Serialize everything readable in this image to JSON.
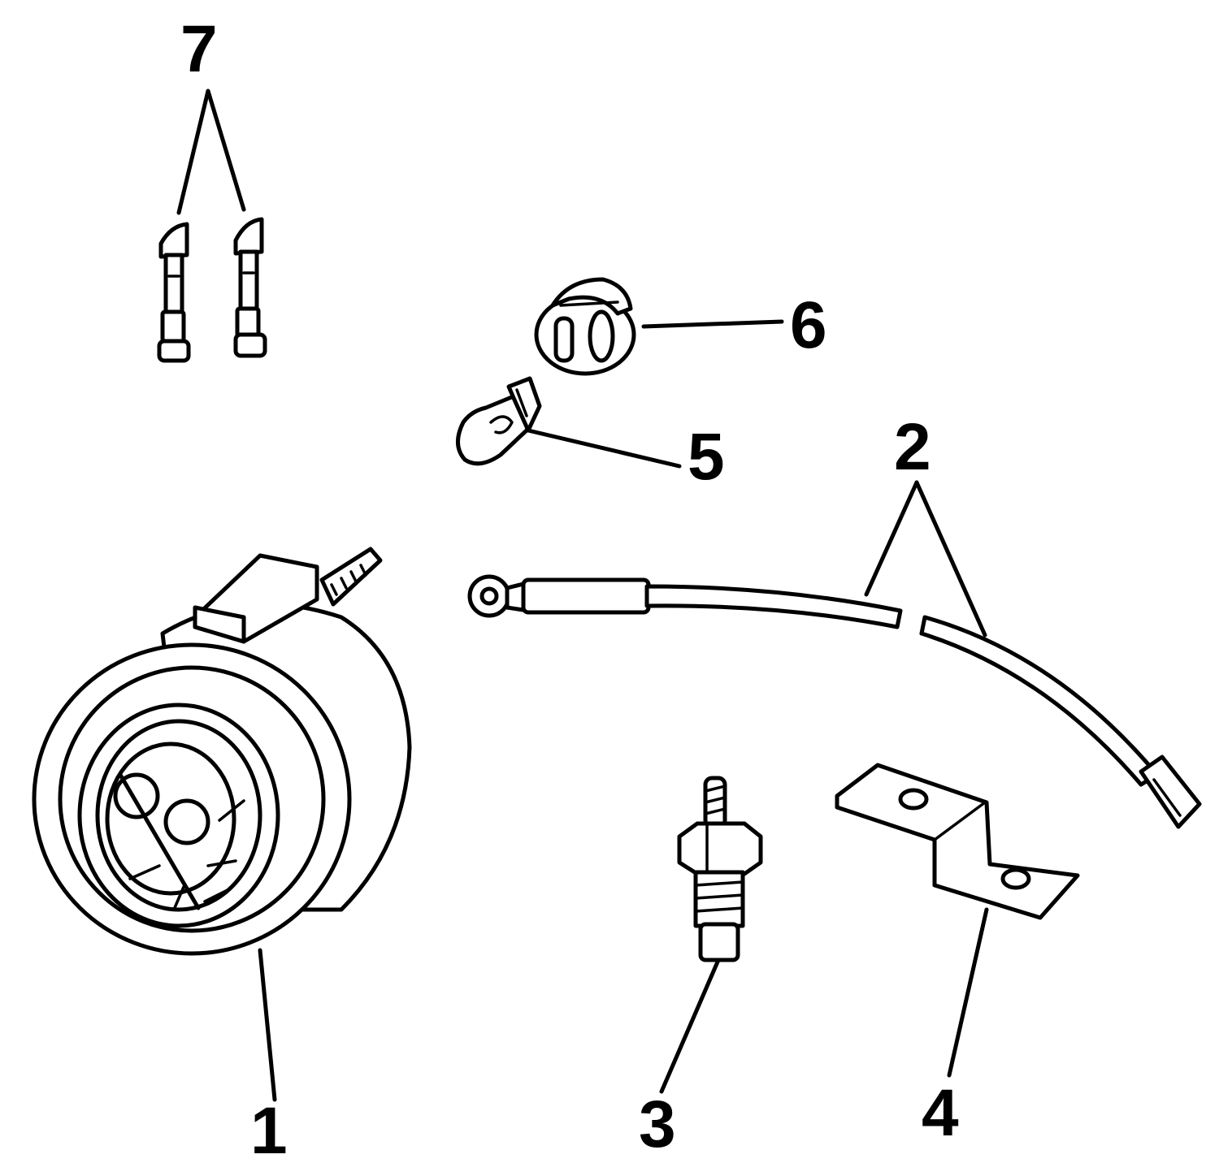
{
  "callouts": {
    "c1": "1",
    "c2": "2",
    "c3": "3",
    "c4": "4",
    "c5": "5",
    "c6": "6",
    "c7": "7"
  },
  "parts": [
    {
      "callout": "1",
      "icon": "gauge-icon"
    },
    {
      "callout": "2",
      "icon": "wire-lead-icon"
    },
    {
      "callout": "3",
      "icon": "sender-icon"
    },
    {
      "callout": "4",
      "icon": "bracket-icon"
    },
    {
      "callout": "5",
      "icon": "bulb-icon"
    },
    {
      "callout": "6",
      "icon": "bulb-socket-icon"
    },
    {
      "callout": "7",
      "icon": "terminal-icon"
    }
  ]
}
